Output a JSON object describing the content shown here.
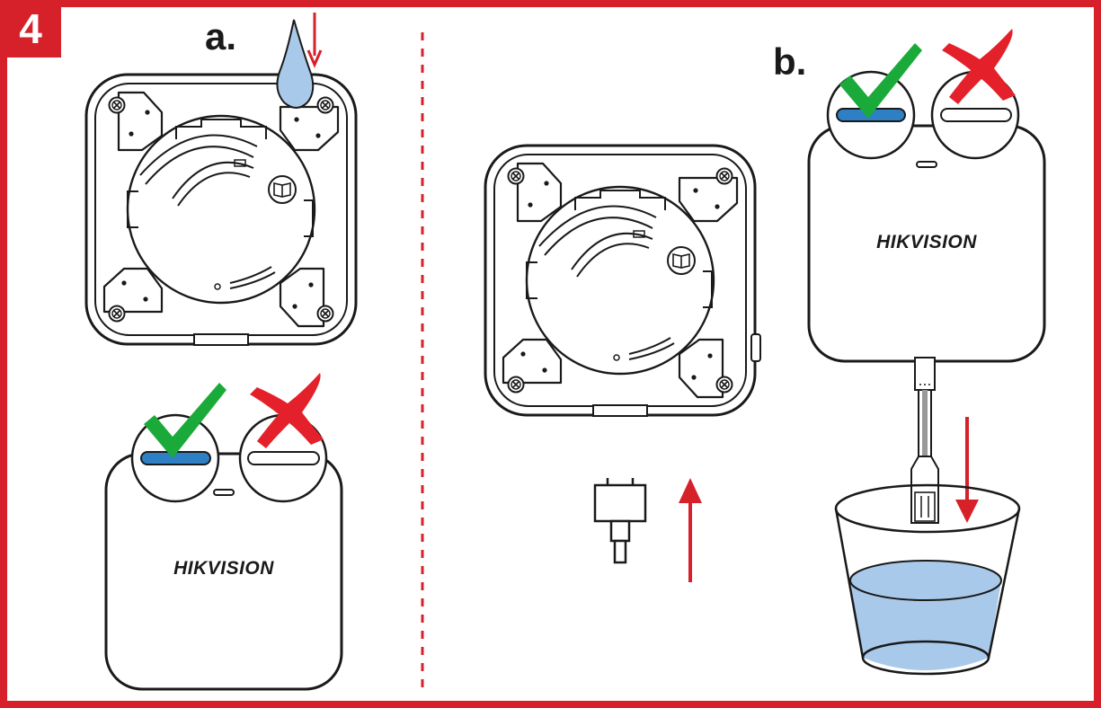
{
  "step": {
    "number": "4"
  },
  "panel_a": {
    "label": "a.",
    "device_brand": "HIKVISION",
    "correct_icon": "check-mark-icon",
    "wrong_icon": "cross-mark-icon"
  },
  "panel_b": {
    "label": "b.",
    "device_brand": "HIKVISION",
    "correct_icon": "check-mark-icon",
    "wrong_icon": "cross-mark-icon"
  },
  "colors": {
    "frame": "#d6202a",
    "indicator_on": "#2f7fc4",
    "check": "#1aaa3a",
    "cross": "#e4202a",
    "water": "#a9c9ea",
    "arrow": "#d6202a"
  }
}
